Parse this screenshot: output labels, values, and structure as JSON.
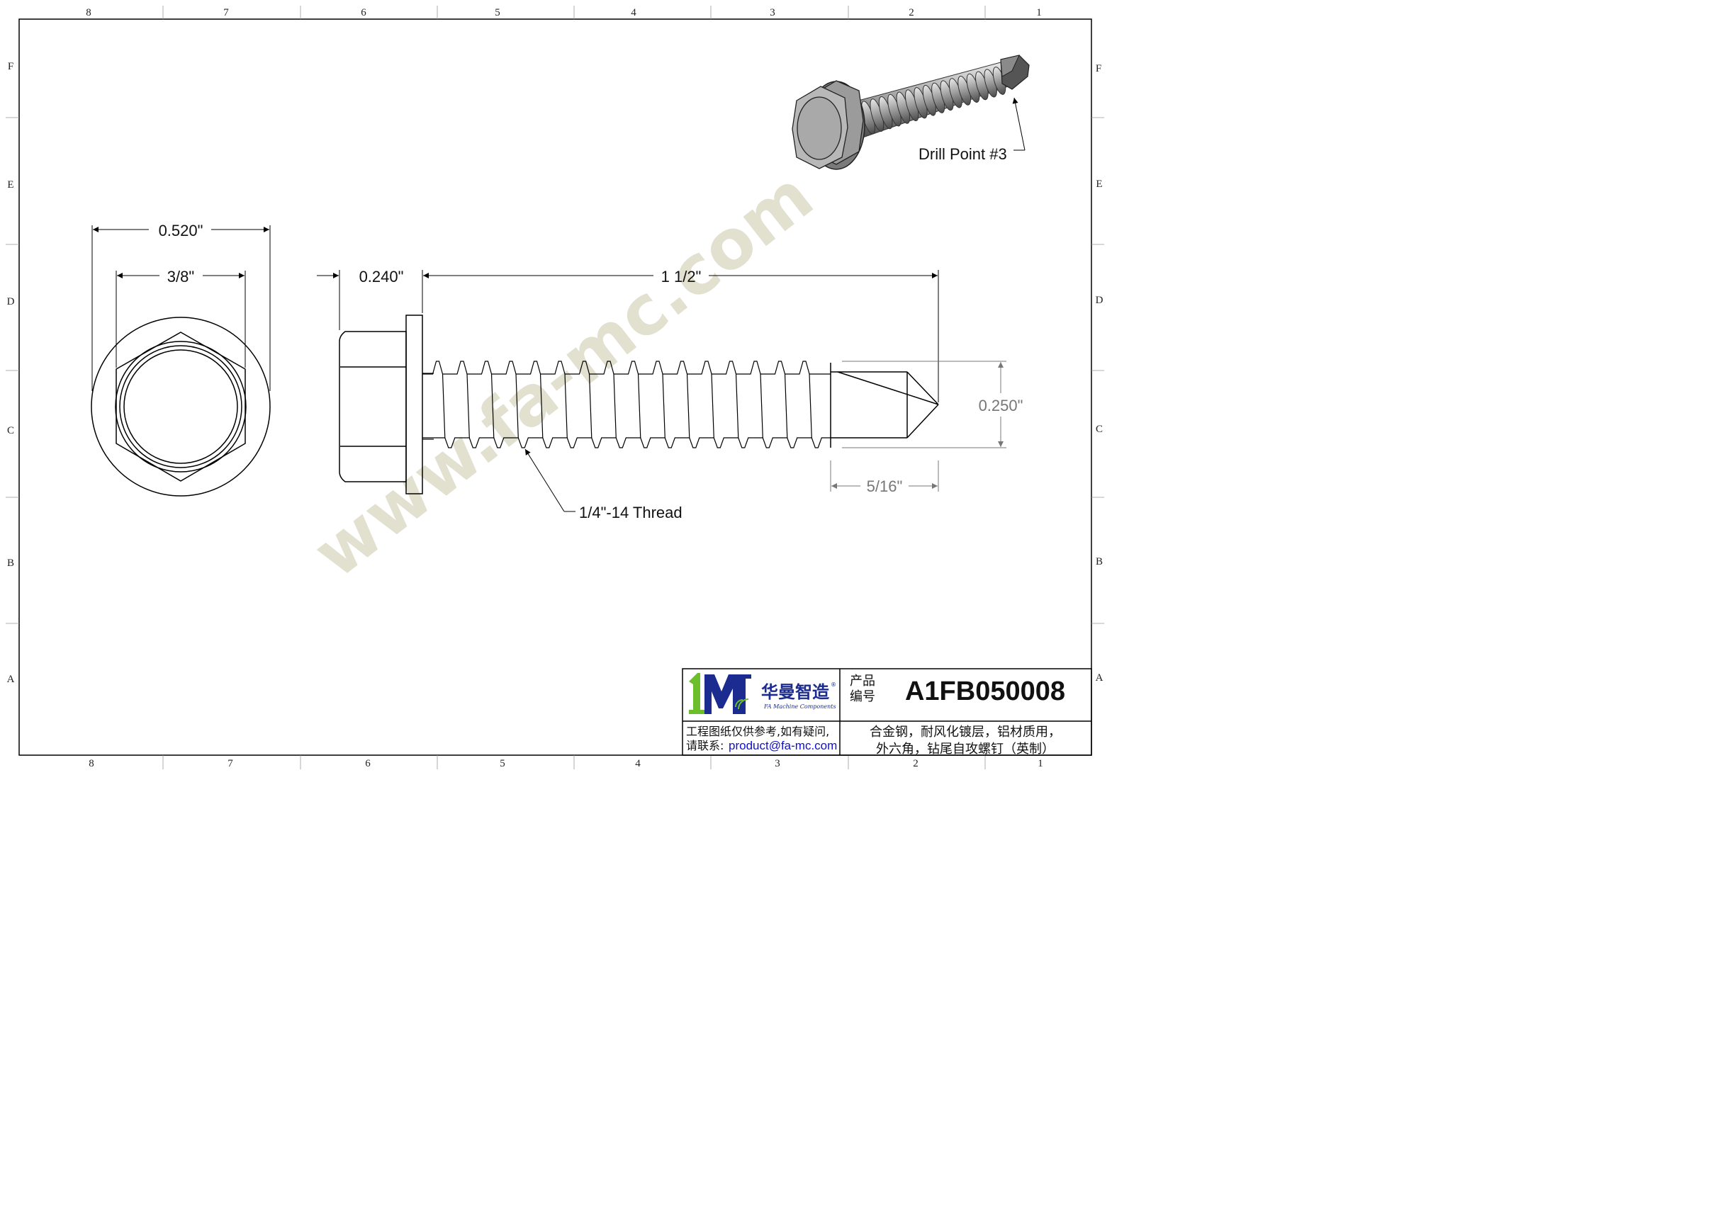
{
  "zones": {
    "columns": [
      "8",
      "7",
      "6",
      "5",
      "4",
      "3",
      "2",
      "1"
    ],
    "rows": [
      "F",
      "E",
      "D",
      "C",
      "B",
      "A"
    ]
  },
  "watermark": "www.fa-mc.com",
  "dimensions": {
    "flange_diameter": "0.520\"",
    "hex_width": "3/8\"",
    "head_height": "0.240\"",
    "length": "1 1/2\"",
    "point_diameter": "0.250\"",
    "point_length": "5/16\""
  },
  "callouts": {
    "thread": "1/4\"-14 Thread",
    "drill_point": "Drill Point #3"
  },
  "title_block": {
    "logo_cn": "华曼智造",
    "logo_en": "FA Machine Components",
    "logo_reg": "®",
    "product_no_label_line1": "产品",
    "product_no_label_line2": "编号",
    "product_no": "A1FB050008",
    "description_line1": "合金钢，耐风化镀层，铝材质用，",
    "description_line2": "外六角，钻尾自攻螺钉（英制）",
    "note_line1": "工程图纸仅供参考,如有疑问,",
    "note_line2_prefix": "请联系:",
    "email": "product@fa-mc.com"
  },
  "colors": {
    "line": "#000000",
    "dim_grey": "#777777",
    "watermark": "#e2e0cf",
    "logo_green": "#6cbf2a",
    "logo_blue": "#1b2b8f",
    "email": "#1010d0"
  }
}
